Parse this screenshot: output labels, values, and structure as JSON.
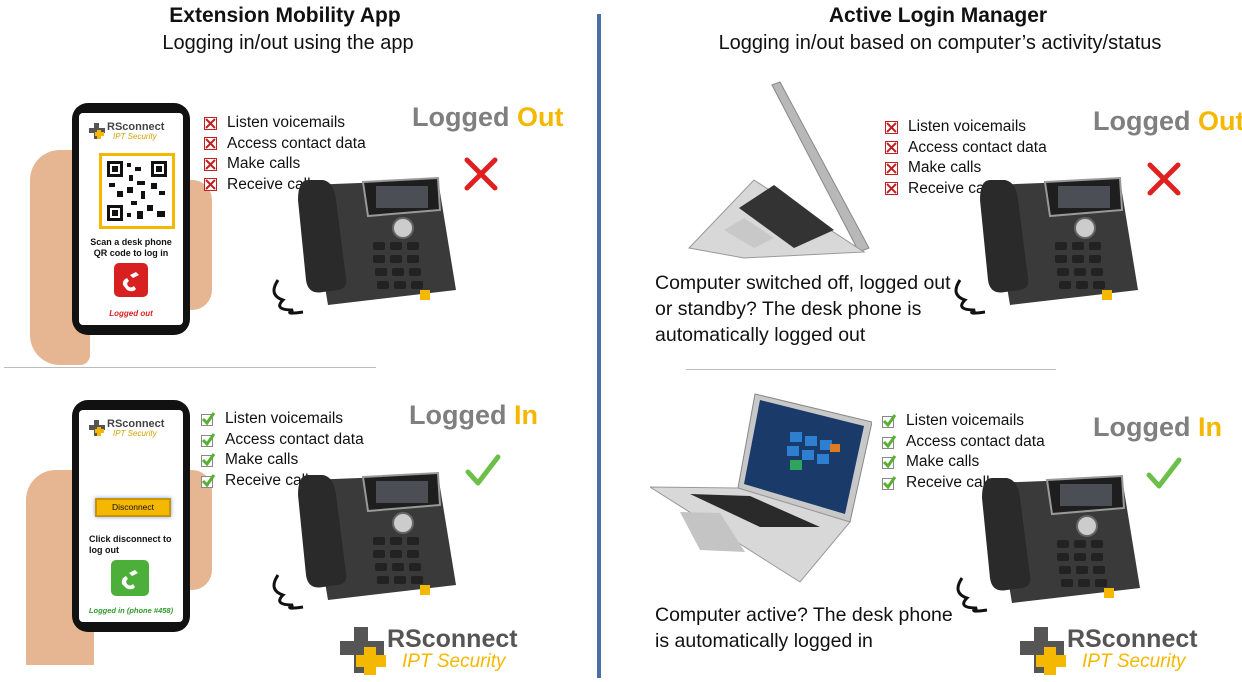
{
  "left": {
    "title": "Extension Mobility App",
    "subtitle": "Logging in/out using the app",
    "top": {
      "state_prefix": "Logged ",
      "state_word": "Out",
      "features": [
        "Listen voicemails",
        "Access contact data",
        "Make calls",
        "Receive calls"
      ],
      "app_brand": "RSconnect",
      "app_brand_sub": "IPT Security",
      "app_instruction": "Scan a desk phone QR code to log in",
      "app_status": "Logged out"
    },
    "bottom": {
      "state_prefix": "Logged ",
      "state_word": "In",
      "features": [
        "Listen voicemails",
        "Access contact data",
        "Make calls",
        "Receive calls"
      ],
      "app_brand": "RSconnect",
      "app_brand_sub": "IPT Security",
      "app_button": "Disconnect",
      "app_instruction": "Click disconnect to log out",
      "app_status": "Logged in (phone #458)"
    }
  },
  "right": {
    "title": "Active Login Manager",
    "subtitle": "Logging in/out based on computer’s activity/status",
    "top": {
      "state_prefix": "Logged ",
      "state_word": "Out",
      "features": [
        "Listen voicemails",
        "Access contact data",
        "Make calls",
        "Receive calls"
      ],
      "caption": "Computer switched off, logged out or standby? The desk phone is automatically logged out"
    },
    "bottom": {
      "state_prefix": "Logged ",
      "state_word": "In",
      "features": [
        "Listen voicemails",
        "Access contact data",
        "Make calls",
        "Receive calls"
      ],
      "caption": "Computer active? The desk phone is automatically logged in"
    }
  },
  "logo": {
    "brand": "RSconnect",
    "sub": "IPT Security"
  },
  "colors": {
    "accent": "#f5b800",
    "divider": "#4a6fa5",
    "cross": "#e02020",
    "check": "#6cc04a"
  }
}
